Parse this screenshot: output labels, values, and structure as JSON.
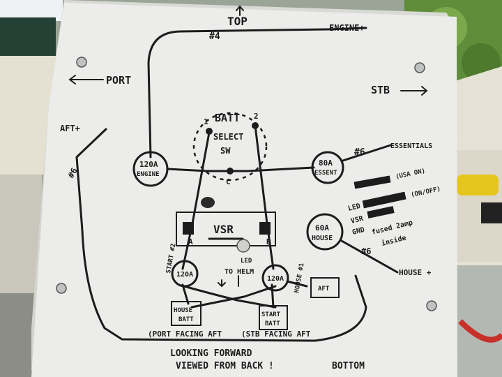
{
  "labels": {
    "top": "TOP",
    "wire4": "#4",
    "engine": "ENGINE+",
    "port": "PORT",
    "stb": "STB",
    "aft": "AFT+",
    "wire6_left": "#6",
    "batt": "BATT",
    "num1": "1",
    "num2": "2",
    "select": "SELECT",
    "sw": "SW",
    "c": "C",
    "fuse120_engine_a": "120A",
    "fuse120_engine_b": "ENGINE",
    "fuse80_a": "80A",
    "fuse80_b": "ESSENT",
    "wire6_ess": "#6",
    "essentials": "ESSENTIALS",
    "led_small": "LED",
    "vsr": "VSR",
    "term_a": "A",
    "term_b": "B",
    "to_helm": "TO HELM",
    "led_note": "LED +",
    "usa_on": "(USA ON)",
    "vsr_note": "VSR",
    "on_off": "(ON/OFF)",
    "gnd": "GND",
    "fused": "fused 2amp",
    "inside": "inside",
    "fuse60_a": "60A",
    "fuse60_b": "HOUSE",
    "wire6_house": "#6",
    "house_plus": "HOUSE +",
    "start_side": "START #2",
    "house_side": "HOUSE #1",
    "fuse120_left": "120A",
    "fuse120_right": "120A",
    "aft_box": "AFT",
    "house_batt_a": "HOUSE",
    "house_batt_b": "BATT",
    "start_batt_a": "START",
    "start_batt_b": "BATT",
    "port_facing": "(PORT FACING AFT",
    "stb_facing": "(STB FACING AFT",
    "looking": "LOOKING FORWARD",
    "viewed": "VIEWED FROM BACK !",
    "bottom": "BOTTOM"
  },
  "colors": {
    "board": "#ecedea",
    "ink": "#1c1c1c",
    "foliage": "#5f8d3a",
    "hull": "#dcd8cb",
    "hose": "#c8302a",
    "yellow_plug": "#e6c51c"
  }
}
